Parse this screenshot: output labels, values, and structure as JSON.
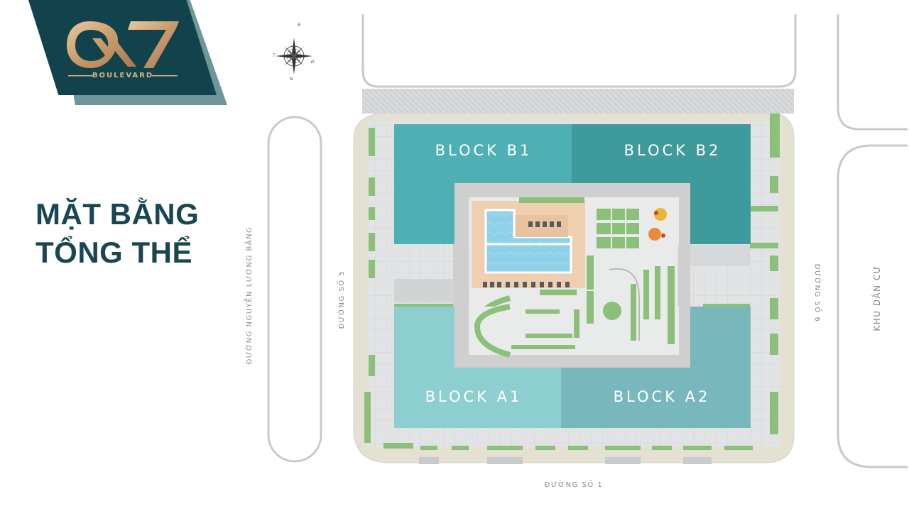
{
  "logo": {
    "mark": "Q7",
    "sub": "BOULEVARD"
  },
  "title": {
    "line1": "MẶT BẰNG",
    "line2": "TỔNG THỂ"
  },
  "compass": {
    "north": "B",
    "south": "N",
    "west": "T",
    "east": "Đ"
  },
  "blocks": {
    "b1": "BLOCK B1",
    "b2": "BLOCK B2",
    "a1": "BLOCK A1",
    "a2": "BLOCK A2"
  },
  "streets": {
    "nguyen_luong_bang": "ĐƯỜNG NGUYỄN LƯƠNG BẰNG",
    "so5": "ĐƯỜNG SỐ 5",
    "so6": "ĐƯỜNG SỐ 6",
    "so1": "ĐƯỜNG SỐ 1",
    "khu_dan_cu": "KHU DÂN CƯ"
  },
  "colors": {
    "logo_navy": "#12434c",
    "logo_gold": "#d3b48c",
    "title_navy": "#184651",
    "block_b1": "#4fb0b4",
    "block_b2": "#3f9a9c",
    "block_a1": "#8dcfd0",
    "block_a2": "#78b7bb",
    "pool": "#8fd1e8",
    "lawn": "#8cc07a"
  }
}
